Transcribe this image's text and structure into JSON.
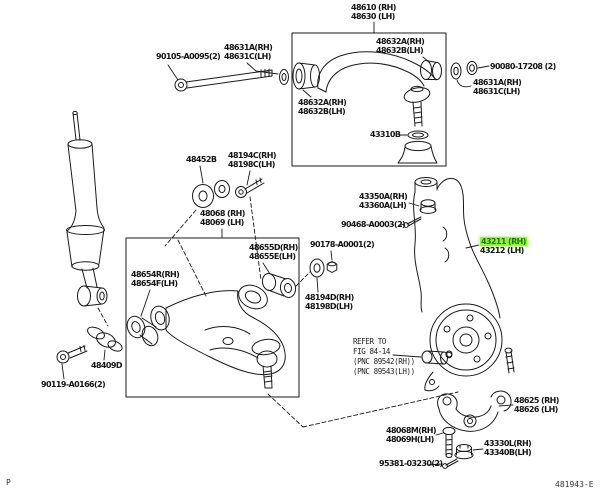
{
  "labels": {
    "upper_arm": {
      "rh": "48610 (RH)",
      "lh": "48630 (LH)"
    },
    "pivot_bolt": "90105-A0095(2)",
    "washer_left": {
      "rh": "48631A(RH)",
      "lh": "48631C(LH)"
    },
    "bush_upper_right": {
      "rh": "48632A(RH)",
      "lh": "48632B(LH)"
    },
    "bush_upper_left": {
      "rh": "48632A(RH)",
      "lh": "48632B(LH)"
    },
    "snap_ring": "43310B",
    "pivot_nut": "90080-17208 (2)",
    "washer_right": {
      "rh": "48631A(RH)",
      "lh": "48631C(LH)"
    },
    "bj_nut": {
      "rh": "43350A(RH)",
      "lh": "43360A(LH)"
    },
    "bj_cotter": "90468-A0003(2)",
    "knuckle": {
      "rh": "43211 (RH)",
      "lh": "43212 (LH)"
    },
    "cam_plate": "48452B",
    "cam_bolt_upper": {
      "rh": "48194C(RH)",
      "lh": "48198C(LH)"
    },
    "shock": {
      "rh": "48068 (RH)",
      "lh": "48069 (LH)"
    },
    "bush_front": {
      "rh": "48654R(RH)",
      "lh": "48654F(LH)"
    },
    "bush_rear": {
      "rh": "48655D(RH)",
      "lh": "48655E(LH)"
    },
    "arm_nut": "90178-A0001(2)",
    "arm_bolt": {
      "rh": "48194D(RH)",
      "lh": "48198D(LH)"
    },
    "shock_retainer": "48409D",
    "shock_bolt": "90119-A0166(2)",
    "lower_bj": {
      "rh": "48625 (RH)",
      "lh": "48626 (LH)"
    },
    "lower_bj_bolt": {
      "rh": "48068M(RH)",
      "lh": "48069H(LH)"
    },
    "lower_bj_nut": {
      "rh": "43330L(RH)",
      "lh": "43340B(LH)"
    },
    "lower_bj_cotter": "95381-03230(2)"
  },
  "note": {
    "line1": "REFER TO",
    "line2": "FIG 84-14",
    "line3": "(PNC 89542(RH))",
    "line4": "(PNC 89543(LH))"
  },
  "footer": {
    "page_marker": "P",
    "figure_code": "481943-E"
  },
  "colors": {
    "highlight_bg": "#97f23d",
    "highlight_text": "#1b7a00",
    "line": "#1a1a1a"
  }
}
